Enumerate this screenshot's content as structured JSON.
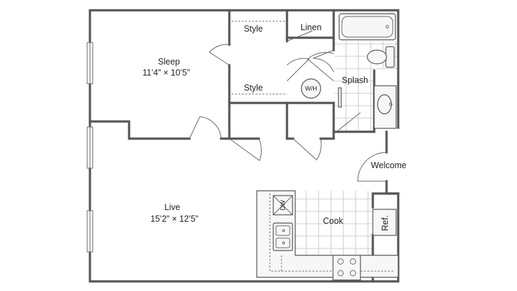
{
  "rooms": {
    "sleep": {
      "name": "Sleep",
      "dims": "11’4” × 10’5”"
    },
    "live": {
      "name": "Live",
      "dims": "15’2” × 12’5”"
    },
    "style_top": {
      "name": "Style"
    },
    "style_bottom": {
      "name": "Style"
    },
    "linen": {
      "name": "Linen"
    },
    "splash": {
      "name": "Splash"
    },
    "welcome": {
      "name": "Welcome"
    },
    "cook": {
      "name": "Cook"
    }
  },
  "fixtures": {
    "water_heater": "W/H",
    "dishwasher": "DW",
    "refrigerator": "Ref."
  },
  "colors": {
    "wall": "#555555",
    "fixture_fill": "#f7f7f7",
    "tile": "#bdbdbd"
  }
}
